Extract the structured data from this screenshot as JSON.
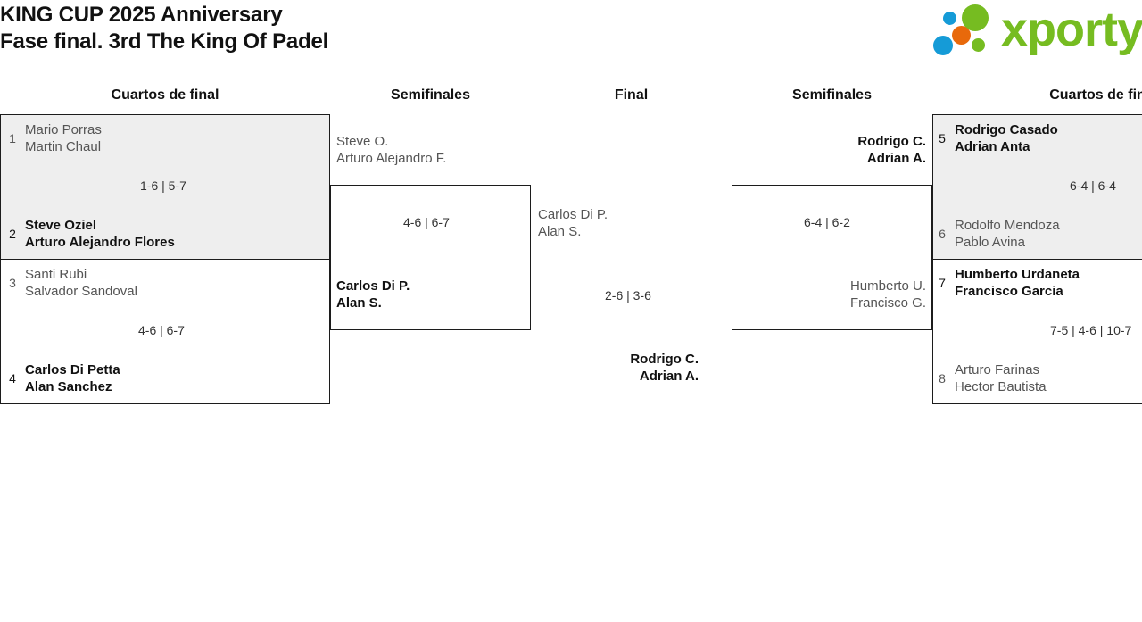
{
  "header": {
    "title_line1": "KING CUP 2025 Anniversary",
    "title_line2": "Fase final. 3rd The King Of Padel",
    "logo_word": "xporty",
    "logo_green": "#76bc21",
    "logo_blue": "#159bd7",
    "logo_orange": "#e8690b"
  },
  "columns": {
    "qf_left": "Cuartos de final",
    "sf_left": "Semifinales",
    "final": "Final",
    "sf_right": "Semifinales",
    "qf_right": "Cuartos de fin"
  },
  "bracket": {
    "qf_left_1": {
      "score": "1-6 | 5-7",
      "top": {
        "seed": "1",
        "p1": "Mario Porras",
        "p2": "Martin Chaul",
        "result": "loser"
      },
      "bottom": {
        "seed": "2",
        "p1": "Steve Oziel",
        "p2": "Arturo Alejandro Flores",
        "result": "winner"
      }
    },
    "qf_left_2": {
      "score": "4-6 | 6-7",
      "top": {
        "seed": "3",
        "p1": "Santi Rubi",
        "p2": "Salvador Sandoval",
        "result": "loser"
      },
      "bottom": {
        "seed": "4",
        "p1": "Carlos Di Petta",
        "p2": "Alan Sanchez",
        "result": "winner"
      }
    },
    "sf_left": {
      "score": "4-6 | 6-7",
      "top": {
        "p1": "Steve O.",
        "p2": "Arturo Alejandro F.",
        "result": "loser"
      },
      "bottom": {
        "p1": "Carlos Di P.",
        "p2": "Alan S.",
        "result": "winner"
      }
    },
    "final": {
      "score": "2-6 | 3-6",
      "left": {
        "p1": "Carlos Di P.",
        "p2": "Alan S.",
        "result": "loser"
      },
      "right": {
        "p1": "Rodrigo C.",
        "p2": "Adrian A.",
        "result": "winner"
      }
    },
    "sf_right": {
      "score": "6-4 | 6-2",
      "top": {
        "p1": "Rodrigo C.",
        "p2": "Adrian A.",
        "result": "winner"
      },
      "bottom": {
        "p1": "Humberto U.",
        "p2": "Francisco G.",
        "result": "loser"
      }
    },
    "qf_right_1": {
      "score": "6-4 | 6-4",
      "top": {
        "seed": "5",
        "p1": "Rodrigo Casado",
        "p2": "Adrian Anta",
        "result": "winner"
      },
      "bottom": {
        "seed": "6",
        "p1": "Rodolfo Mendoza",
        "p2": "Pablo Avina",
        "result": "loser"
      }
    },
    "qf_right_2": {
      "score": "7-5 | 4-6 | 10-7",
      "top": {
        "seed": "7",
        "p1": "Humberto Urdaneta",
        "p2": "Francisco Garcia",
        "result": "winner"
      },
      "bottom": {
        "seed": "8",
        "p1": "Arturo Farinas",
        "p2": "Hector Bautista",
        "result": "loser"
      }
    }
  }
}
